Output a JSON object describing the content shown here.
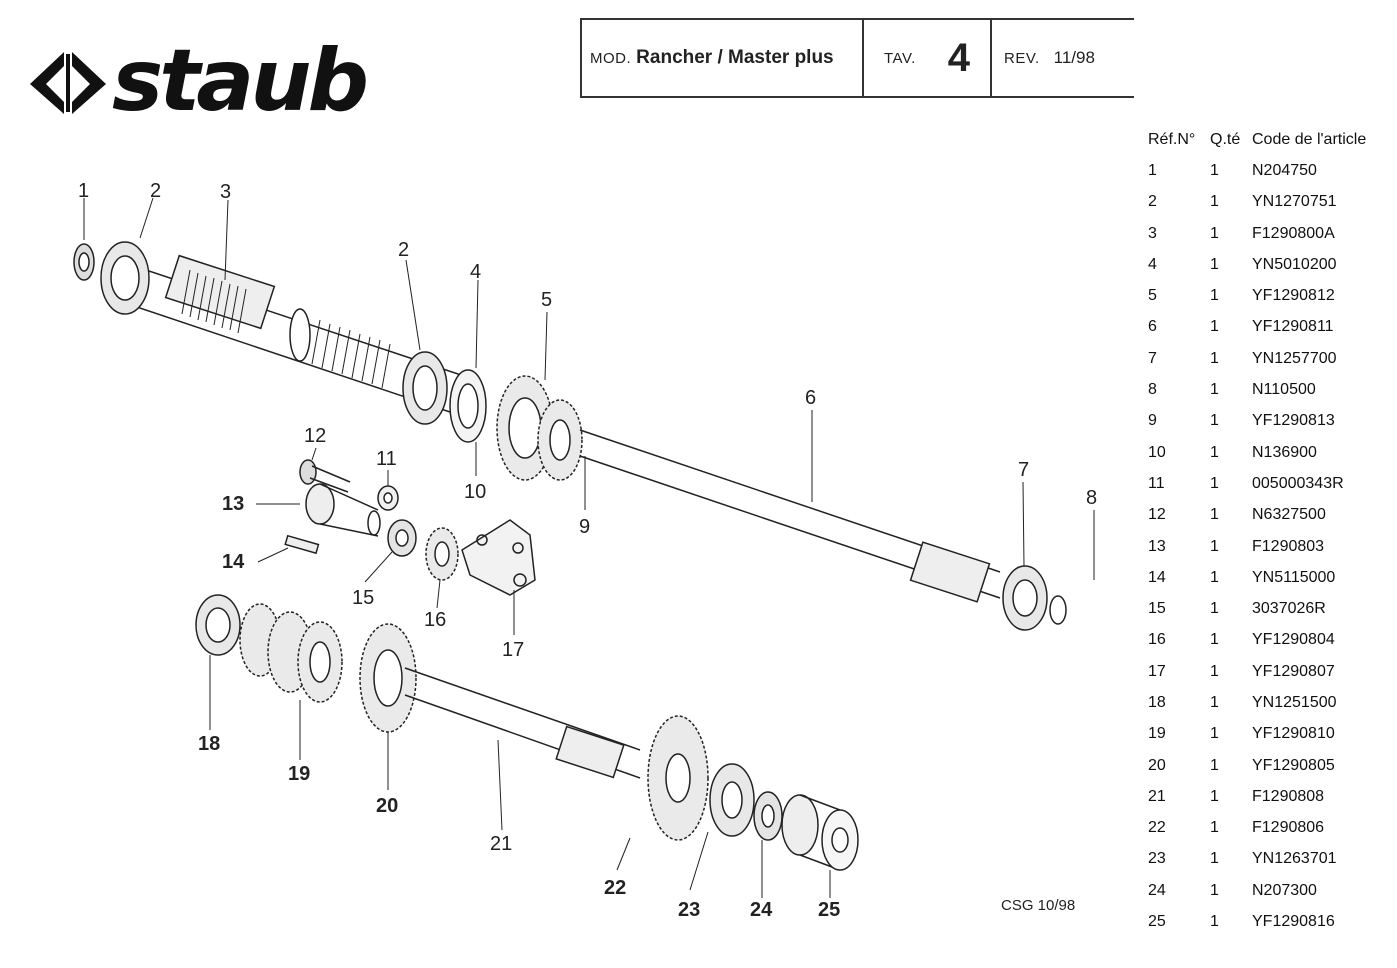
{
  "brand": "staub",
  "header": {
    "mod_label": "MOD.",
    "model": "Rancher / Master plus",
    "tav_label": "TAV.",
    "tav_number": "4",
    "rev_label": "REV.",
    "rev_value": "11/98"
  },
  "footer_code": "CSG 10/98",
  "table": {
    "headers": [
      "Réf.N°",
      "Q.té",
      "Code de l'article"
    ],
    "rows": [
      [
        "1",
        "1",
        "N204750"
      ],
      [
        "2",
        "1",
        "YN1270751"
      ],
      [
        "3",
        "1",
        "F1290800A"
      ],
      [
        "4",
        "1",
        "YN5010200"
      ],
      [
        "5",
        "1",
        "YF1290812"
      ],
      [
        "6",
        "1",
        "YF1290811"
      ],
      [
        "7",
        "1",
        "YN1257700"
      ],
      [
        "8",
        "1",
        "N110500"
      ],
      [
        "9",
        "1",
        "YF1290813"
      ],
      [
        "10",
        "1",
        "N136900"
      ],
      [
        "11",
        "1",
        "005000343R"
      ],
      [
        "12",
        "1",
        "N6327500"
      ],
      [
        "13",
        "1",
        "F1290803"
      ],
      [
        "14",
        "1",
        "YN5115000"
      ],
      [
        "15",
        "1",
        "3037026R"
      ],
      [
        "16",
        "1",
        "YF1290804"
      ],
      [
        "17",
        "1",
        "YF1290807"
      ],
      [
        "18",
        "1",
        "YN1251500"
      ],
      [
        "19",
        "1",
        "YF1290810"
      ],
      [
        "20",
        "1",
        "YF1290805"
      ],
      [
        "21",
        "1",
        "F1290808"
      ],
      [
        "22",
        "1",
        "F1290806"
      ],
      [
        "23",
        "1",
        "YN1263701"
      ],
      [
        "24",
        "1",
        "N207300"
      ],
      [
        "25",
        "1",
        "YF1290816"
      ]
    ]
  },
  "callouts": [
    "1",
    "2",
    "3",
    "2",
    "4",
    "5",
    "6",
    "7",
    "8",
    "9",
    "10",
    "11",
    "12",
    "13",
    "14",
    "15",
    "16",
    "17",
    "18",
    "19",
    "20",
    "21",
    "22",
    "23",
    "24",
    "25"
  ]
}
